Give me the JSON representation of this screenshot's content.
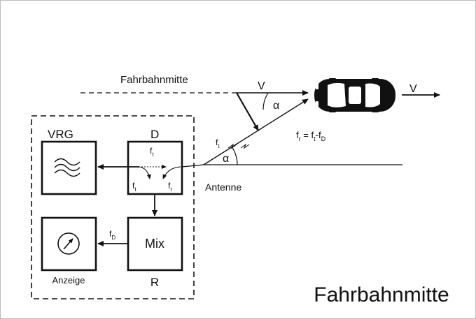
{
  "labels": {
    "lane_top": "Fahrbahnmitte",
    "velocity": "V",
    "velocity_right": "V",
    "alpha_top": "α",
    "alpha_bottom": "α",
    "ft_beam": "f",
    "ft_beam_sub": "t",
    "equation": {
      "fr": "f",
      "fr_sub": "r",
      "eq": " = ",
      "ft": "f",
      "ft_sub": "t",
      "minus": "-",
      "fd": "f",
      "fd_sub": "D"
    },
    "antenna": "Antenne",
    "vrg": "VRG",
    "d": "D",
    "d_ft_top": "f",
    "d_ft_top_sub": "t",
    "d_ft_left": "f",
    "d_ft_left_sub": "t",
    "d_fr": "f",
    "d_fr_sub": "r",
    "mix": "Mix",
    "fd_arrow": "f",
    "fd_arrow_sub": "D",
    "r": "R",
    "anzeige": "Anzeige",
    "caption": "Fahrbahnmitte"
  },
  "icons": {
    "car": "car-topview-icon",
    "wave": "sine-waves-icon",
    "gauge": "gauge-needle-icon"
  },
  "colors": {
    "ink": "#111111",
    "frame": "#bdbdbd"
  }
}
